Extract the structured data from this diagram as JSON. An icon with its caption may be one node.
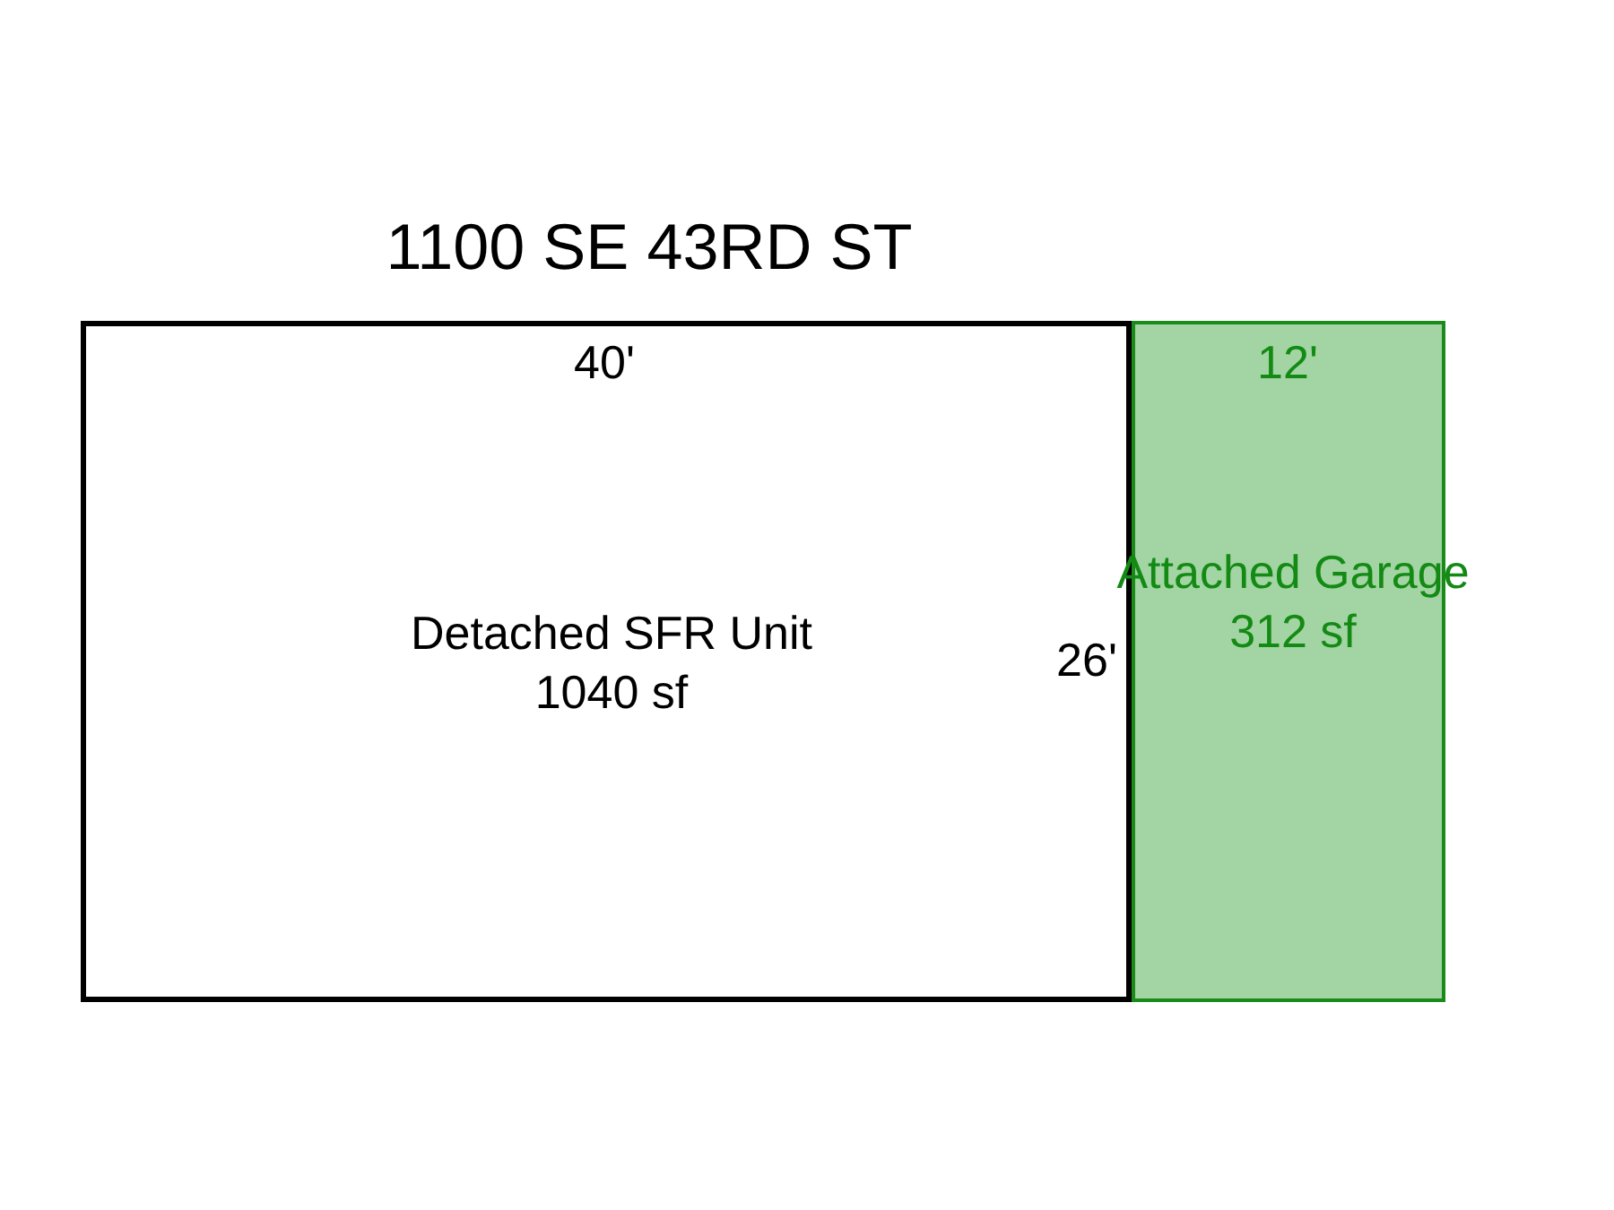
{
  "diagram": {
    "title": "1100 SE 43RD ST",
    "nodes": [
      {
        "text": [
          "Detached SFR Unit 1040 sf"
        ]
      },
      {
        "text": [
          "Attached Garage 312 sf"
        ]
      }
    ],
    "labels": [
      "40'",
      "12'",
      "26'"
    ]
  }
}
